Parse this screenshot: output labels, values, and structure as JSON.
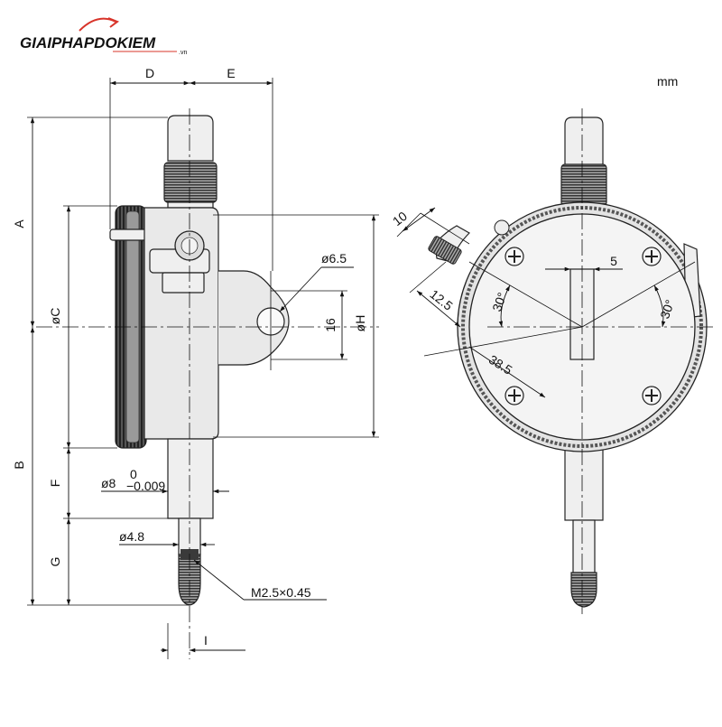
{
  "logo": {
    "brand": "GIAIPHAPDOKIEM",
    "suffix": ".vn",
    "colors": {
      "red": "#d8342a",
      "blue": "#1b3f93"
    }
  },
  "units": "mm",
  "side_view": {
    "labels": {
      "A": "A",
      "B": "B",
      "C": "øC",
      "D": "D",
      "E": "E",
      "F": "F",
      "G": "G",
      "H": "øH",
      "I": "I"
    },
    "dims": {
      "lug_hole": "ø6.5",
      "lug_height": "16",
      "stem_diameter": "ø8",
      "stem_tol_upper": "0",
      "stem_tol_lower": "−0.009",
      "spindle_diameter": "ø4.8",
      "thread": "M2.5×0.45"
    }
  },
  "front_view": {
    "dims": {
      "ear_width": "10",
      "ear_offset": "12.5",
      "radius": "38.5",
      "angle_left": "30°",
      "angle_right": "30°",
      "pointer_width": "5"
    }
  },
  "icons": [
    "screw-head-icon",
    "arrowhead-icon"
  ]
}
